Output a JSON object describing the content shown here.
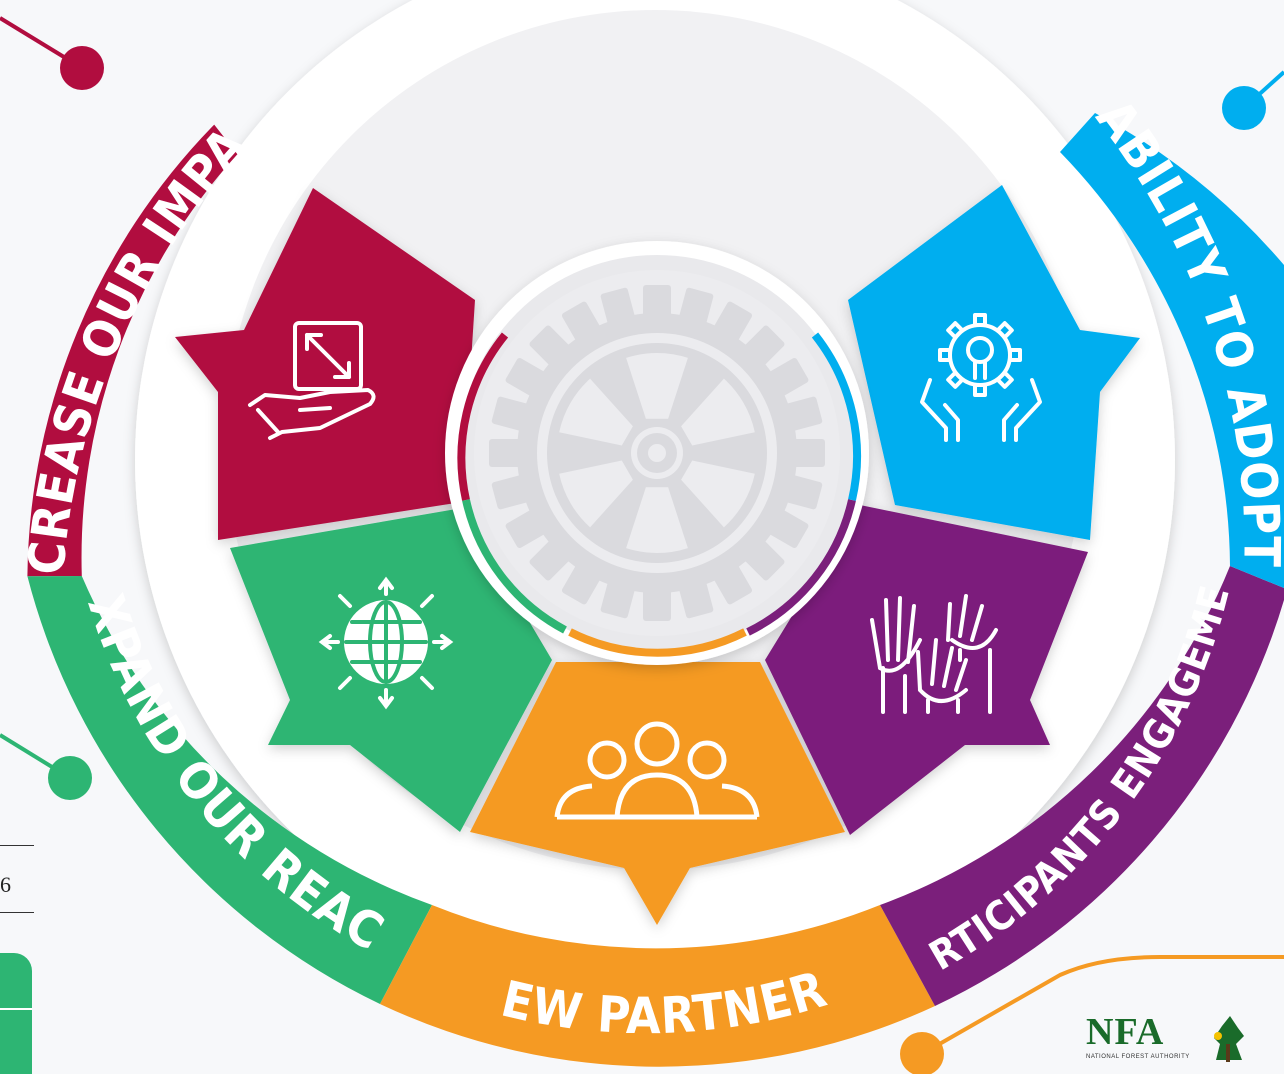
{
  "segments": {
    "impact": {
      "label": "INCREASE OUR IMPACT",
      "color": "#b10d3f"
    },
    "reach": {
      "label": "EXPAND OUR REACH",
      "color": "#2db573"
    },
    "partners": {
      "label": "NEW PARTNERS",
      "color": "#f59a23"
    },
    "engagement": {
      "label": "PARTICIPANTS ENGAGEMENT",
      "color": "#7b1f7b"
    },
    "adopt": {
      "label": "ABILITY TO ADOPT",
      "color": "#00aeef"
    }
  },
  "icons": {
    "impact": "resize-in-hand-icon",
    "reach": "globe-arrows-icon",
    "partners": "group-people-icon",
    "engagement": "raised-hands-icon",
    "adopt": "gear-bulb-hands-icon",
    "center": "rotary-wheel-icon"
  },
  "side_text": {
    "fragment": "6"
  },
  "logo": {
    "title": "NFA",
    "subtitle": "NATIONAL FOREST AUTHORITY"
  }
}
